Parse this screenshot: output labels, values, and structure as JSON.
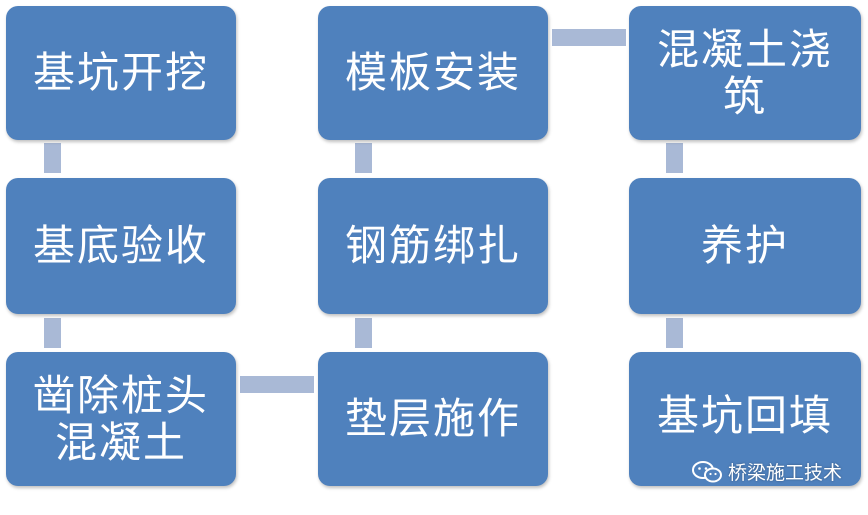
{
  "diagram": {
    "boxes": [
      {
        "id": "b1",
        "label": "基坑开挖"
      },
      {
        "id": "b2",
        "label": "基底验收"
      },
      {
        "id": "b3",
        "label": "凿除桩头混凝土"
      },
      {
        "id": "b4",
        "label": "垫层施作"
      },
      {
        "id": "b5",
        "label": "钢筋绑扎"
      },
      {
        "id": "b6",
        "label": "模板安装"
      },
      {
        "id": "b7",
        "label": "混凝土浇筑"
      },
      {
        "id": "b8",
        "label": "养护"
      },
      {
        "id": "b9",
        "label": "基坑回填"
      }
    ],
    "colors": {
      "box": "#4f81bd",
      "connector": "#a9b9d6",
      "text": "#ffffff"
    }
  },
  "watermark": {
    "text": "桥梁施工技术",
    "icon": "wechat-icon"
  }
}
